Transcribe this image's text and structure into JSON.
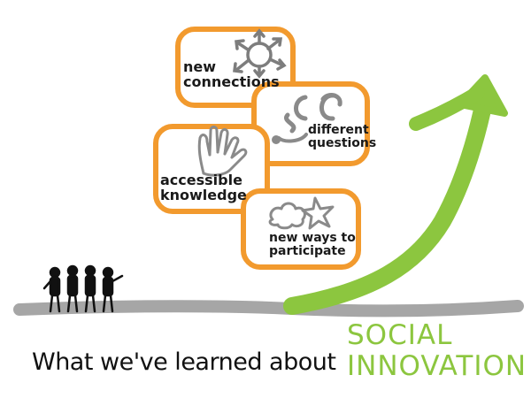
{
  "cards": [
    {
      "id": "connections",
      "label": "new\nconnections",
      "icon": "arrows-circle-icon"
    },
    {
      "id": "questions",
      "label": "different\nquestions",
      "icon": "question-marks-icon"
    },
    {
      "id": "knowledge",
      "label": "accessible\nknowledge",
      "icon": "hand-icon"
    },
    {
      "id": "participate",
      "label": "new ways to\nparticipate",
      "icon": "cloud-star-icon"
    }
  ],
  "caption": {
    "prefix": "What we've learned about",
    "highlight_line1": "SOCIAL",
    "highlight_line2": "INNOVATION"
  },
  "colors": {
    "card_border": "#f29a2e",
    "arrow": "#8cc63f",
    "baseline": "#a6a6a6",
    "icon_gray": "#8a8a8a",
    "ink": "#111111"
  },
  "people_count": 4
}
